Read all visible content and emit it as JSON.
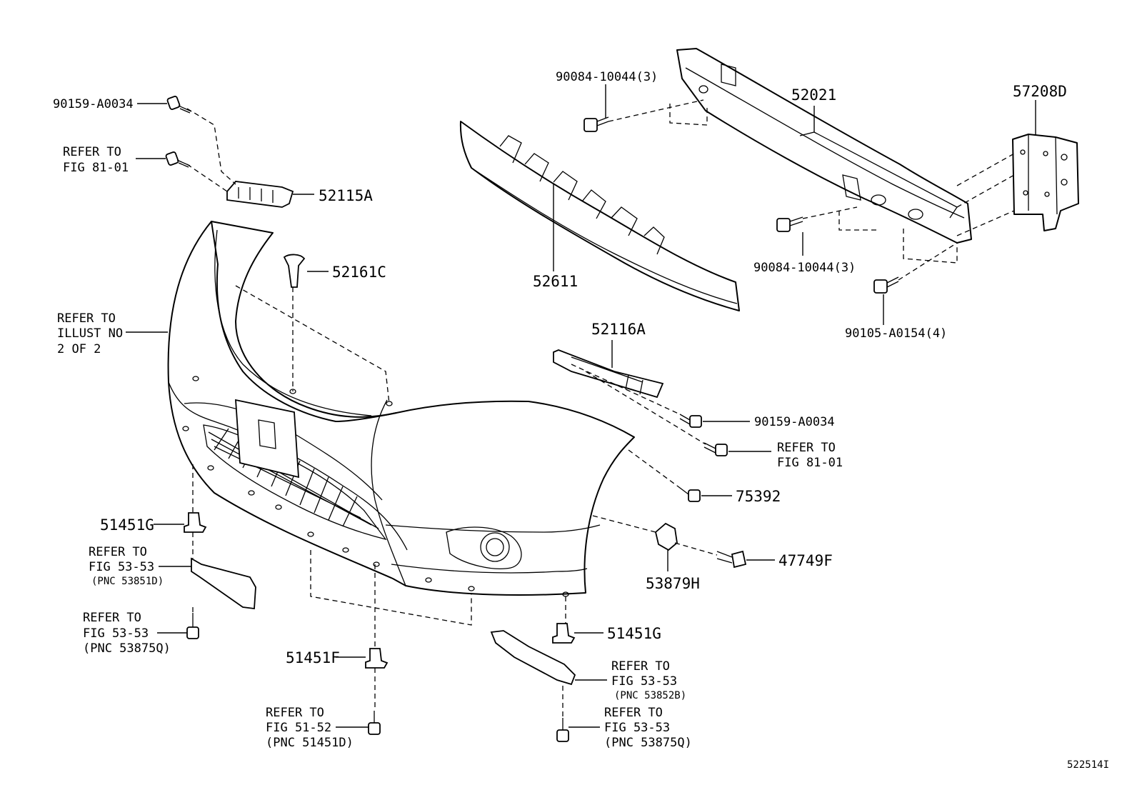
{
  "labels": {
    "p90159_top": "90159-A0034",
    "refer_81_top_1": "REFER TO",
    "refer_81_top_2": "FIG 81-01",
    "p52115A": "52115A",
    "p52161C": "52161C",
    "refer_illust_1": "REFER TO",
    "refer_illust_2": "ILLUST NO",
    "refer_illust_3": "2 OF 2",
    "p52611": "52611",
    "p90084_top": "90084-10044(3)",
    "p52021": "52021",
    "p57208D": "57208D",
    "p90084_bottom": "90084-10044(3)",
    "p90105": "90105-A0154(4)",
    "p52116A": "52116A",
    "p90159_right": "90159-A0034",
    "refer_81_right_1": "REFER TO",
    "refer_81_right_2": "FIG 81-01",
    "p75392": "75392",
    "p51451G_left": "51451G",
    "refer_5353a_1": "REFER TO",
    "refer_5353a_2": "FIG 53-53",
    "refer_5353a_3": "(PNC 53851D)",
    "refer_5353b_1": "REFER TO",
    "refer_5353b_2": "FIG 53-53",
    "refer_5353b_3": "(PNC 53875Q)",
    "p53879H": "53879H",
    "p47749F": "47749F",
    "p51451G_right": "51451G",
    "refer_5353c_1": "REFER TO",
    "refer_5353c_2": "FIG 53-53",
    "refer_5353c_3": "(PNC 53852B)",
    "p51451F": "51451F",
    "refer_5152_1": "REFER TO",
    "refer_5152_2": "FIG 51-52",
    "refer_5152_3": "(PNC 51451D)",
    "refer_5353d_1": "REFER TO",
    "refer_5353d_2": "FIG 53-53",
    "refer_5353d_3": "(PNC 53875Q)",
    "diagram_id": "522514I"
  }
}
